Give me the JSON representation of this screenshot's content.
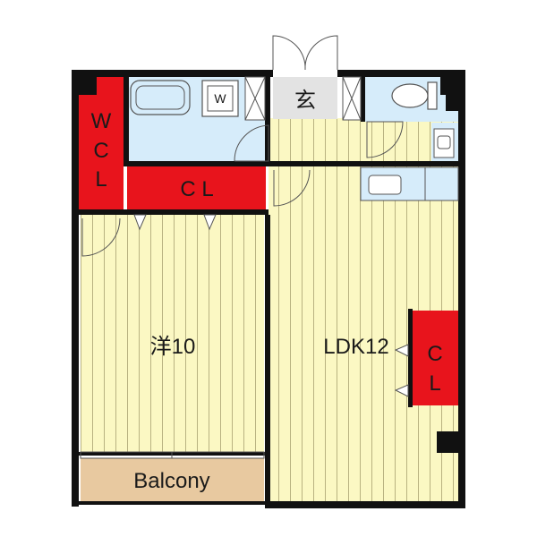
{
  "rooms": {
    "western": "洋10",
    "ldk": "LDK12",
    "entrance": "玄",
    "balcony": "Balcony",
    "wcl": [
      "W",
      "C",
      "L"
    ],
    "cl_top": "C L",
    "cl_right": [
      "C",
      "L"
    ]
  },
  "fixtures": {
    "washer_mark": "W"
  },
  "colors": {
    "floor": "#fbf8c3",
    "floor_line": "#a8a070",
    "closet": "#e8141c",
    "wet_area": "#d6ecfa",
    "entry": "#e3e3e3",
    "balcony": "#e8c9a0",
    "wall": "#111111"
  }
}
